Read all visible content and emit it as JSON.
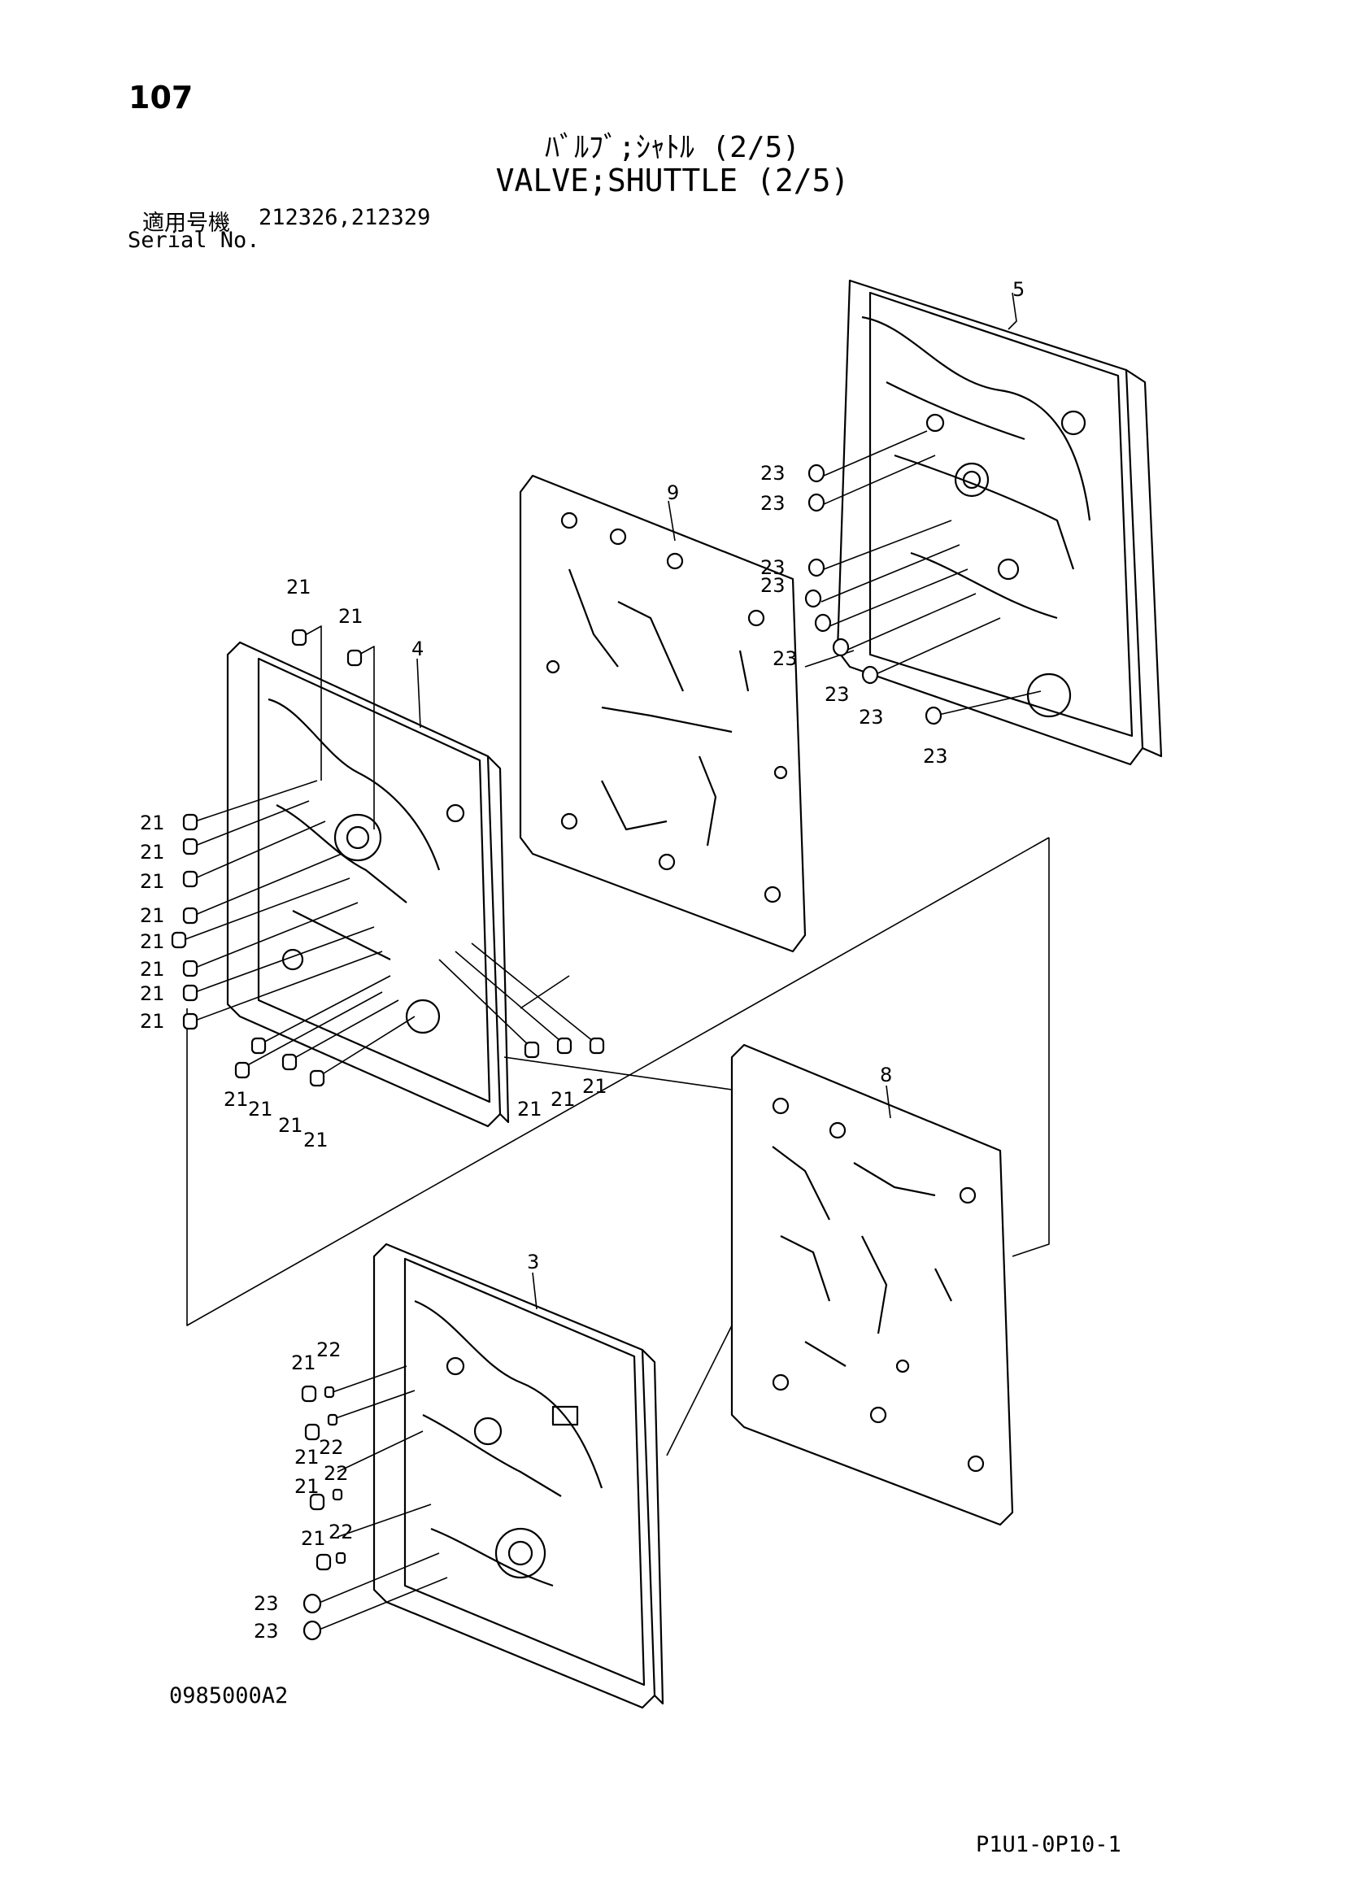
{
  "header": {
    "page_number": "107",
    "title_jp": "ﾊﾞﾙﾌﾞ;ｼｬﾄﾙ (2/5)",
    "title_en": "VALVE;SHUTTLE (2/5)",
    "serial_label_jp": "適用号機",
    "serial_label_en": "Serial No.",
    "serial_numbers": "212326,212329"
  },
  "footer": {
    "drawing_code": "0985000A2",
    "page_code": "P1U1-0P10-1"
  },
  "parts": {
    "p3": "3",
    "p4": "4",
    "p5": "5",
    "p8": "8",
    "p9": "9",
    "p21": "21",
    "p22": "22",
    "p23": "23"
  }
}
